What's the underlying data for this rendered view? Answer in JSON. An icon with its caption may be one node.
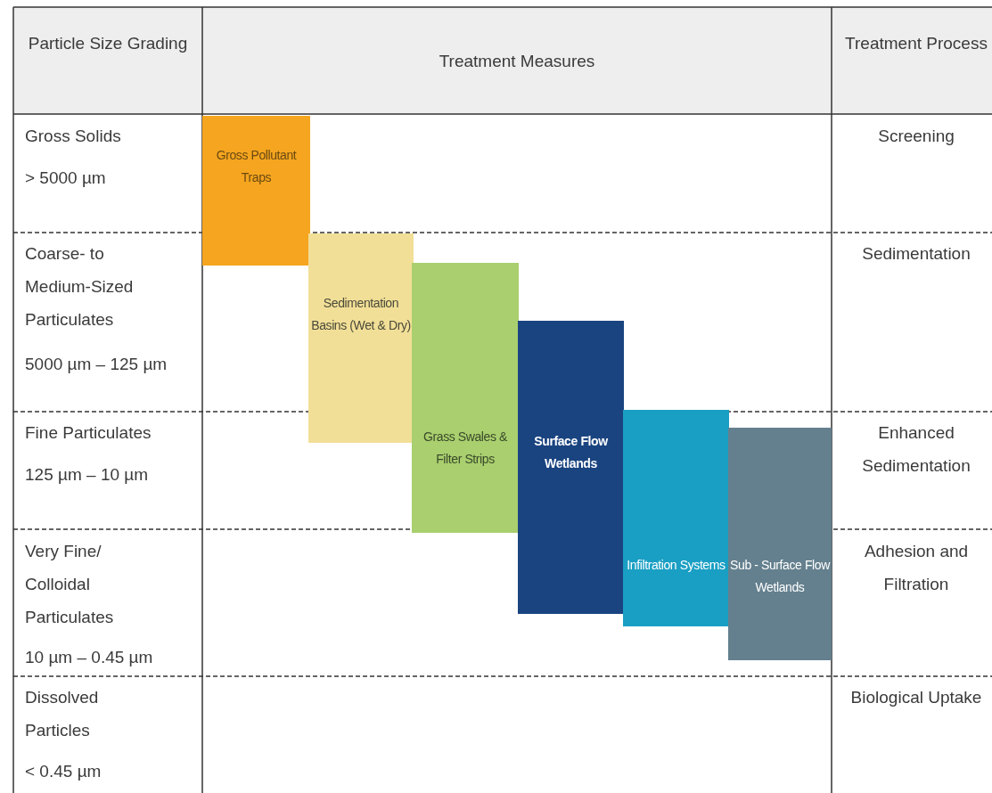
{
  "diagram": {
    "nodes": [
      {
        "text": [
          "Gross Pollutant Traps"
        ]
      },
      {
        "text": [
          "Sedimentation Basins (Wet & Dry)"
        ]
      },
      {
        "text": [
          "Grass Swales & Filter Strips"
        ]
      },
      {
        "text": [
          "Surface Flow Wetlands"
        ]
      },
      {
        "text": [
          "Infiltration Systems"
        ]
      },
      {
        "text": [
          "Sub - Surface Flow Wetlands"
        ]
      }
    ],
    "edges": [],
    "labels": [
      "Particle Size Grading",
      "Treatment Measures",
      "Treatment Process",
      "Gross Solids",
      "> 5000 µm",
      "Screening",
      "Coarse- to Medium-Sized Particulates",
      "5000 µm – 125 µm",
      "Sedimentation",
      "Fine Particulates",
      "125 µm – 10 µm",
      "Enhanced Sedimentation",
      "Very Fine/ Colloidal Particulates",
      "10 µm – 0.45 µm",
      "Adhesion and Filtration",
      "Dissolved Particles",
      "< 0.45 µm",
      "Biological Uptake"
    ]
  }
}
